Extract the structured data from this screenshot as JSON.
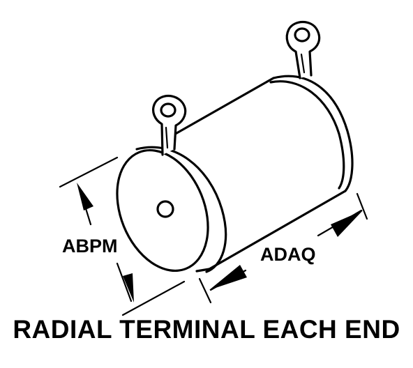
{
  "diagram": {
    "dimension_labels": {
      "diameter": "ABPM",
      "length": "ADAQ"
    },
    "caption": "RADIAL TERMINAL EACH END"
  }
}
